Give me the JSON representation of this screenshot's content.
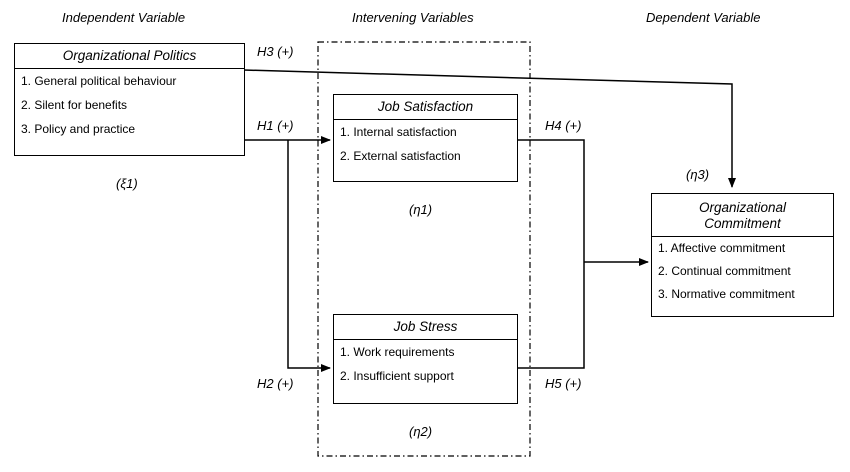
{
  "headings": {
    "independent": "Independent Variable",
    "intervening": "Intervening Variables",
    "dependent": "Dependent Variable"
  },
  "boxes": {
    "politics": {
      "title": "Organizational Politics",
      "items": [
        "1. General political behaviour",
        "2. Silent for benefits",
        "3. Policy and practice"
      ],
      "symbol": "(ξ1)"
    },
    "satisfaction": {
      "title": "Job Satisfaction",
      "items": [
        "1. Internal satisfaction",
        "2. External satisfaction"
      ],
      "symbol": "(η1)"
    },
    "stress": {
      "title": "Job Stress",
      "items": [
        "1. Work requirements",
        "2. Insufficient support"
      ],
      "symbol": "(η2)"
    },
    "commitment": {
      "title_line1": "Organizational",
      "title_line2": "Commitment",
      "items": [
        "1. Affective commitment",
        "2. Continual commitment",
        "3. Normative commitment"
      ],
      "symbol": "(η3)"
    }
  },
  "hypotheses": {
    "h1": "H1 (+)",
    "h2": "H2 (+)",
    "h3": "H3 (+)",
    "h4": "H4 (+)",
    "h5": "H5 (+)"
  }
}
